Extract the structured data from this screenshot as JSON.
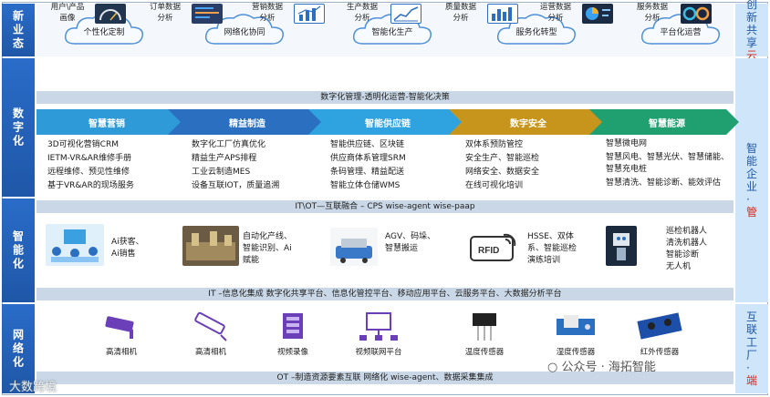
{
  "left_labels": [
    "新业态",
    "数字化",
    "智能化",
    "网络化"
  ],
  "right_labels": [
    {
      "black": "创新共享",
      "red": "云"
    },
    {
      "black": "智能企业·",
      "red": "管"
    },
    {
      "black": "互联工厂·",
      "red": "端"
    }
  ],
  "clouds": [
    "个性化定制",
    "网络化协同",
    "智能化生产",
    "服务化转型",
    "平台化运营"
  ],
  "analysis": [
    {
      "text": "用户\\产品\n画像"
    },
    {
      "text": "订单数据\n分析"
    },
    {
      "text": "营销数据\n分析"
    },
    {
      "text": "生产数据\n分析"
    },
    {
      "text": "质量数据\n分析"
    },
    {
      "text": "运营数据\n分析"
    },
    {
      "text": "服务数据\n分析"
    }
  ],
  "band1": "数字化管理-透明化运营-智能化决策",
  "chevrons": [
    {
      "label": "智慧营销",
      "color": "#2f9ad8"
    },
    {
      "label": "精益制造",
      "color": "#2b6fc0"
    },
    {
      "label": "智能供应链",
      "color": "#2ea3e0"
    },
    {
      "label": "数字安全",
      "color": "#c8951c"
    },
    {
      "label": "智慧能源",
      "color": "#20a070"
    }
  ],
  "columns": [
    [
      "3D可视化营销CRM",
      "IETM-VR&AR维修手册",
      "远程维修、预见性维修",
      "基于VR&AR的现场服务"
    ],
    [
      "数字化工厂仿真优化",
      "精益生产APS排程",
      "工业云制造MES",
      "设备互联IOT，质量追溯"
    ],
    [
      "智能供应链、区块链",
      "供应商体系管理SRM",
      "条码管理、精益配送",
      "智能立体仓储WMS"
    ],
    [
      "双体系预防管控",
      "安全生产、智能巡检",
      "网络安全、数据安全",
      "在线可视化培训"
    ],
    [
      "智慧微电网",
      "智慧风电、智慧光伏、智慧储能、智慧充电桩",
      "智慧清洗、智能诊断、能效评估"
    ]
  ],
  "band2": "IT\\OT—互联融合 – CPS  wise-agent wise-paap",
  "smart_items": [
    "Ai获客、\nAi销售",
    "自动化产线、\n智能识别、Ai\n赋能",
    "AGV、码垛、\n智慧搬运",
    "HSSE、双体\n系、智能巡检\n演练培训",
    "巡检机器人\n清洗机器人\n智能诊断\n无人机"
  ],
  "thumb_label_rfid": "RFID",
  "band3": "IT –信息化集成 数字化共享平台、信息化管控平台、移动应用平台、云服务平台、大数据分析平台",
  "net_items": [
    "高清相机",
    "高清相机",
    "视频录像",
    "视频联网平台",
    "温度传感器",
    "湿度传感器",
    "红外传感器"
  ],
  "band4": "OT –制造资源要素互联 网络化 wise-agent、数据采集集成",
  "watermark_left": "大数跨境",
  "watermark_right": "公众号 · 海拓智能",
  "colors": {
    "blue": "#1f57a8",
    "red": "#d9261c",
    "band": "#c9d7e6"
  }
}
